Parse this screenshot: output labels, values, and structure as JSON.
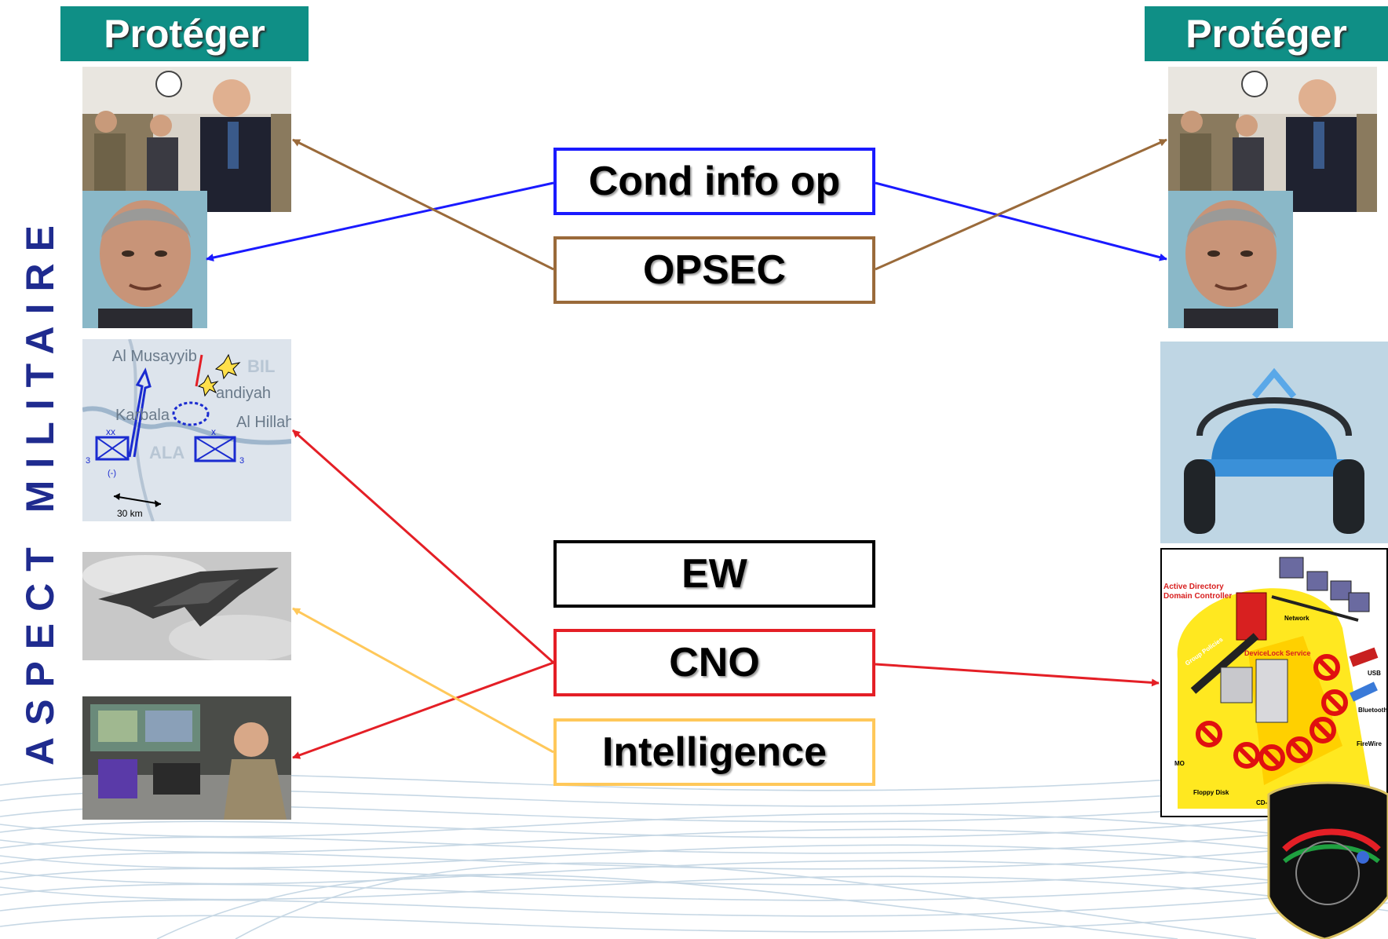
{
  "title_vertical": "ASPECT MILITAIRE",
  "left_header": "Protéger",
  "right_header": "Protéger",
  "boxes": {
    "cond_info_op": "Cond info op",
    "opsec": "OPSEC",
    "ew": "EW",
    "cno": "CNO",
    "intelligence": "Intelligence"
  },
  "map": {
    "labels": [
      "Al Musayyib",
      "BIL",
      "andiyah",
      "Karbala",
      "Al Hillah",
      "ALA",
      "xx",
      "x",
      "3",
      "3",
      "(-)",
      "30 km"
    ]
  },
  "network": {
    "labels": [
      "Active Directory",
      "Domain Controller",
      "Network",
      "Group Policies",
      "DeviceLock Service",
      "USB",
      "Bluetooth",
      "FireWire",
      "Floppy Disk",
      "CD-ROM",
      "MO"
    ]
  },
  "colors": {
    "header_teal": "#0f8f86",
    "vertical_title": "#1f2b8f",
    "cond_info_op": "#1a1aff",
    "opsec": "#9a6a3a",
    "ew": "#000000",
    "cno": "#e41f26",
    "intelligence": "#ffc85a"
  }
}
